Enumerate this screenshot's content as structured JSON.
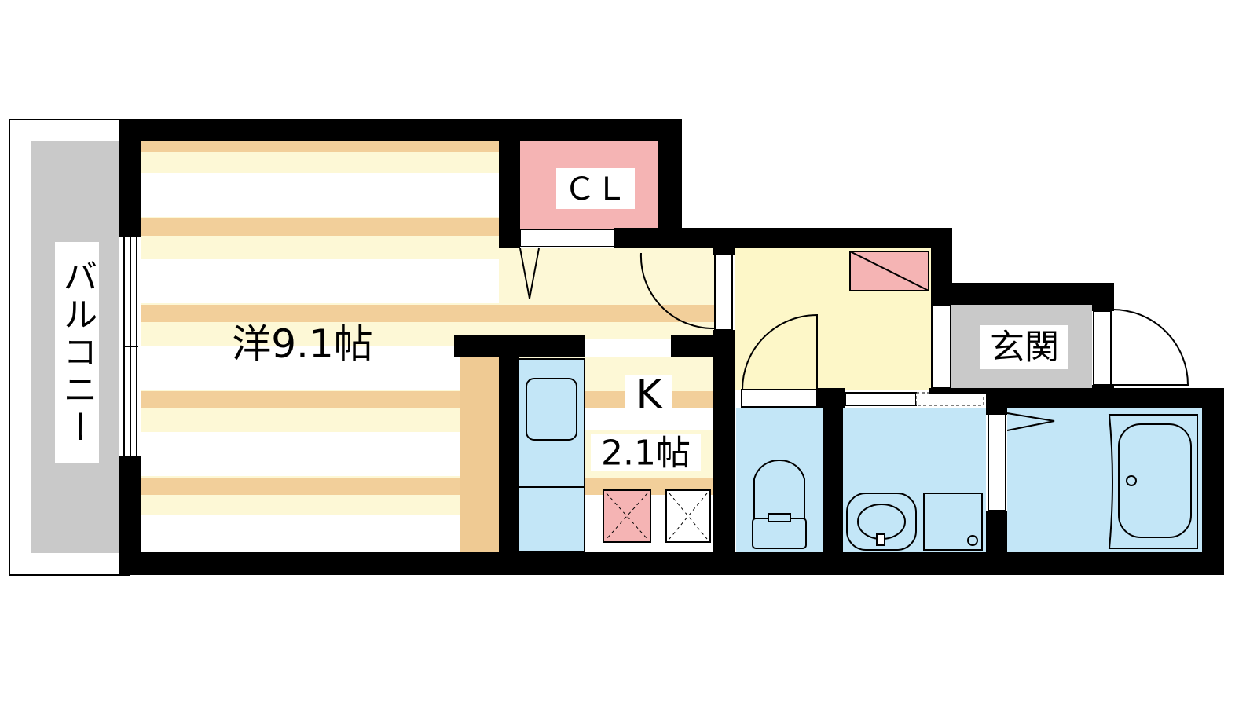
{
  "floor_plan": {
    "rooms": {
      "western": {
        "name": "洋9.1帖"
      },
      "kitchen": {
        "name": "K",
        "size": "2.1帖"
      },
      "closet": {
        "name": "ＣＬ"
      },
      "entrance": {
        "name": "玄関"
      },
      "balcony": {
        "name": "バルコニー"
      }
    }
  },
  "colors": {
    "wall": "#000000",
    "floor_stripe": "#f2cf9a",
    "floor_light": "#fdf8d6",
    "closet": "#f5b4b4",
    "hall": "#fdf7c8",
    "wet_area": "#c3e6f7",
    "entrance": "#c9c9c9",
    "balcony": "#c9c9c9",
    "counter": "#efca93"
  }
}
